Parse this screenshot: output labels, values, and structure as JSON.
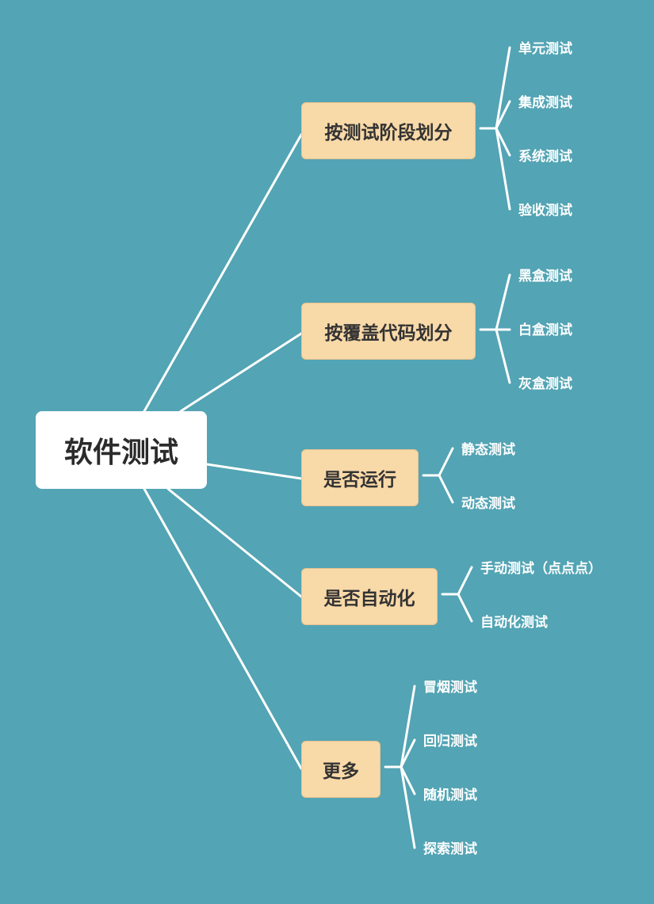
{
  "root": {
    "label": "软件测试"
  },
  "categories": [
    {
      "label": "按测试阶段划分",
      "children": [
        "单元测试",
        "集成测试",
        "系统测试",
        "验收测试"
      ]
    },
    {
      "label": "按覆盖代码划分",
      "children": [
        "黑盒测试",
        "白盒测试",
        "灰盒测试"
      ]
    },
    {
      "label": "是否运行",
      "children": [
        "静态测试",
        "动态测试"
      ]
    },
    {
      "label": "是否自动化",
      "children": [
        "手动测试（点点点）",
        "自动化测试"
      ]
    },
    {
      "label": "更多",
      "children": [
        "冒烟测试",
        "回归测试",
        "随机测试",
        "探索测试"
      ]
    }
  ],
  "colors": {
    "background": "#53a4b4",
    "node_fill": "#f8d9a8",
    "root_fill": "#ffffff",
    "connector": "#ffffff"
  }
}
